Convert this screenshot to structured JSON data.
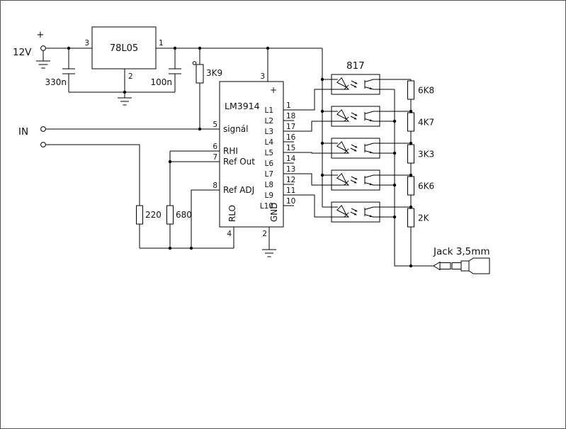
{
  "schematic": {
    "power": {
      "source_label": "12V",
      "polarity": "+",
      "regulator": {
        "name": "78L05",
        "pin_in": "3",
        "pin_out": "1",
        "pin_gnd": "2"
      },
      "input_cap": "330n",
      "output_cap": "100n"
    },
    "signal_input": {
      "label": "IN"
    },
    "resistors": {
      "pullup": "3K9",
      "r1": "220",
      "r2": "680"
    },
    "driver_ic": {
      "name": "LM3914",
      "power_pin": {
        "num": "3",
        "label": "+"
      },
      "left_pins": [
        {
          "num": "5",
          "label": "signál"
        },
        {
          "num": "6",
          "label": "RHI"
        },
        {
          "num": "7",
          "label": "Ref Out"
        },
        {
          "num": "8",
          "label": "Ref ADJ"
        }
      ],
      "bottom_pins": [
        {
          "num": "4",
          "label": "RLO"
        },
        {
          "num": "2",
          "label": "GND"
        }
      ],
      "right_pins": [
        {
          "num": "1",
          "label": "L1"
        },
        {
          "num": "18",
          "label": "L2"
        },
        {
          "num": "17",
          "label": "L3"
        },
        {
          "num": "16",
          "label": "L4"
        },
        {
          "num": "15",
          "label": "L5"
        },
        {
          "num": "14",
          "label": "L6"
        },
        {
          "num": "13",
          "label": "L7"
        },
        {
          "num": "12",
          "label": "L8"
        },
        {
          "num": "11",
          "label": "L9"
        },
        {
          "num": "10",
          "label": "L10"
        }
      ]
    },
    "optocouplers": {
      "label": "817",
      "count": 5
    },
    "ladder_resistors": [
      "6K8",
      "4K7",
      "3K3",
      "6K6",
      "2K"
    ],
    "output": {
      "label": "Jack 3,5mm"
    }
  }
}
